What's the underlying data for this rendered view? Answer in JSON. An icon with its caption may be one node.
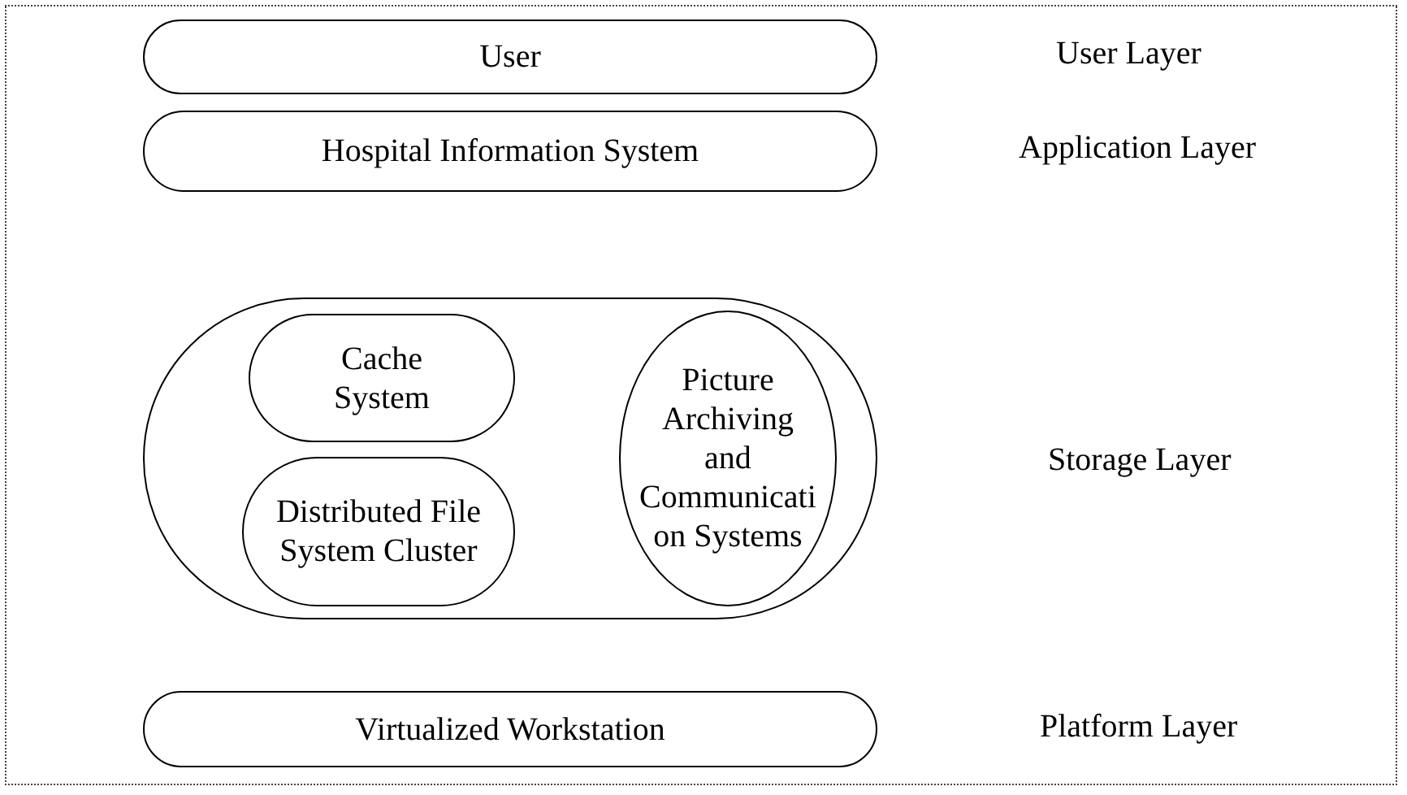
{
  "diagram": {
    "nodes": [
      {
        "text": [
          "User"
        ]
      },
      {
        "text": [
          "Hospital Information System"
        ]
      },
      {
        "text": [],
        "shape": "box"
      },
      {
        "text": [
          "Cache System"
        ],
        "in": 2
      },
      {
        "text": [
          "Distributed File System Cluster"
        ],
        "in": 2
      },
      {
        "text": [
          "Picture Archiving and Communicati on Systems"
        ],
        "in": 2
      },
      {
        "text": [
          "Virtualized Workstation"
        ]
      }
    ],
    "edges": [],
    "labels": [
      "User Layer",
      "Application Layer",
      "Storage Layer",
      "Platform Layer"
    ]
  }
}
